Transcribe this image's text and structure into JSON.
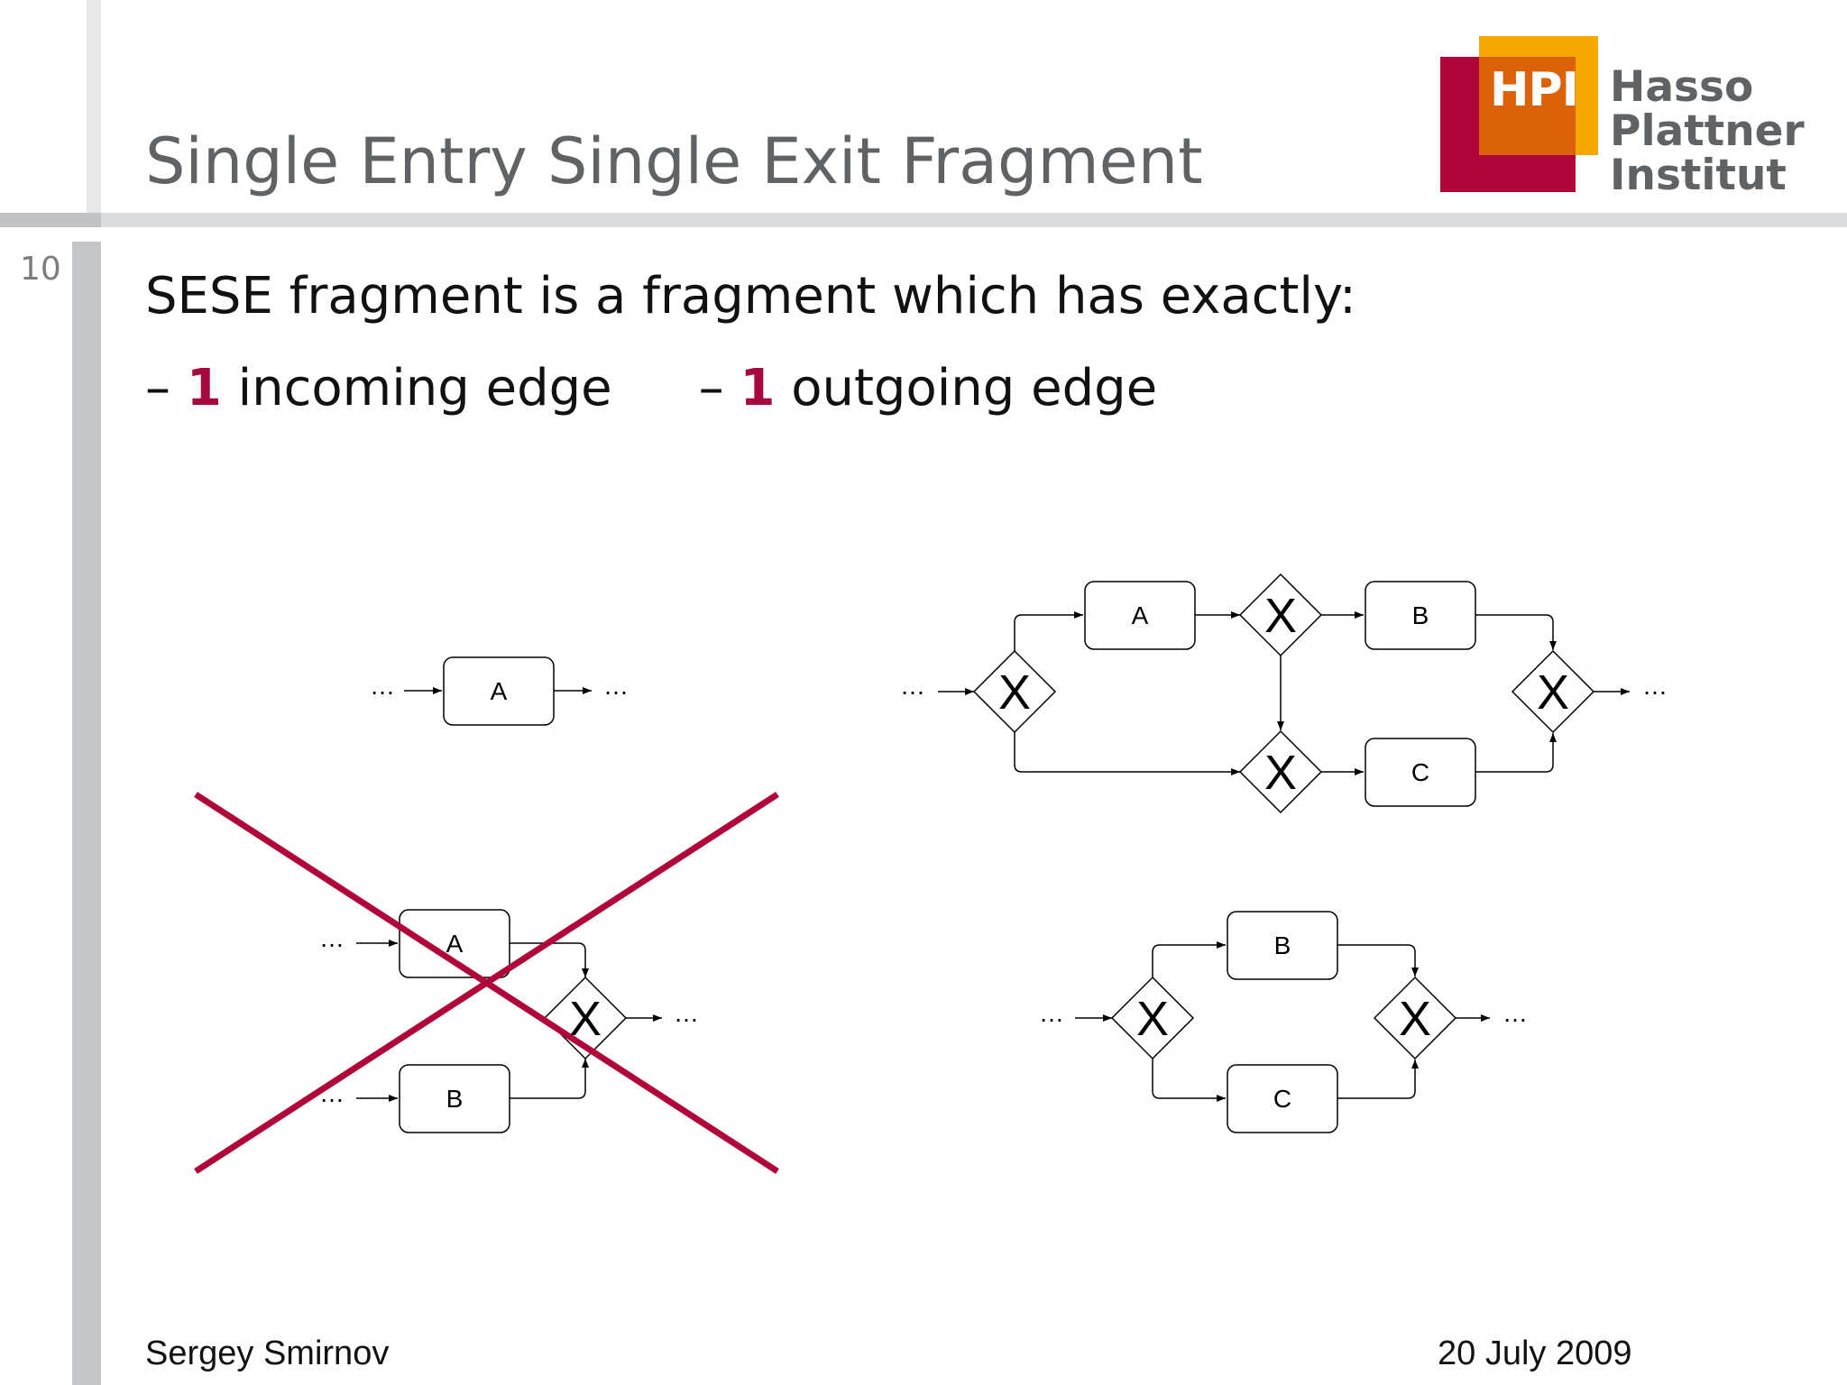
{
  "slide": {
    "page_number": "10",
    "title": "Single Entry Single Exit Fragment",
    "intro": "SESE fragment is a fragment which has exactly:",
    "bullets": [
      {
        "dash": "– ",
        "count": "1",
        "text": " incoming edge"
      },
      {
        "dash": "– ",
        "count": "1",
        "text": " outgoing edge"
      }
    ],
    "footer_author": "Sergey Smirnov",
    "footer_date": "20 July 2009"
  },
  "logo": {
    "abbr": "HPI",
    "lines": [
      "Hasso",
      "Plattner",
      "Institut"
    ]
  },
  "diagrams": {
    "continuation": "…",
    "gateway_symbol": "X",
    "single_task": {
      "task": "A"
    },
    "invalid_fragment": {
      "tasks": [
        "A",
        "B"
      ],
      "crossed_out": true
    },
    "nested_fragment": {
      "tasks": [
        "A",
        "B",
        "C"
      ]
    },
    "parallel_fragment": {
      "tasks": [
        "B",
        "C"
      ]
    }
  },
  "colors": {
    "accent": "#a6093d",
    "cross": "#b1063a",
    "title_gray": "#5f6366",
    "logo_red": "#b1063a",
    "logo_orange": "#dd6108",
    "logo_yellow": "#f6a800"
  }
}
